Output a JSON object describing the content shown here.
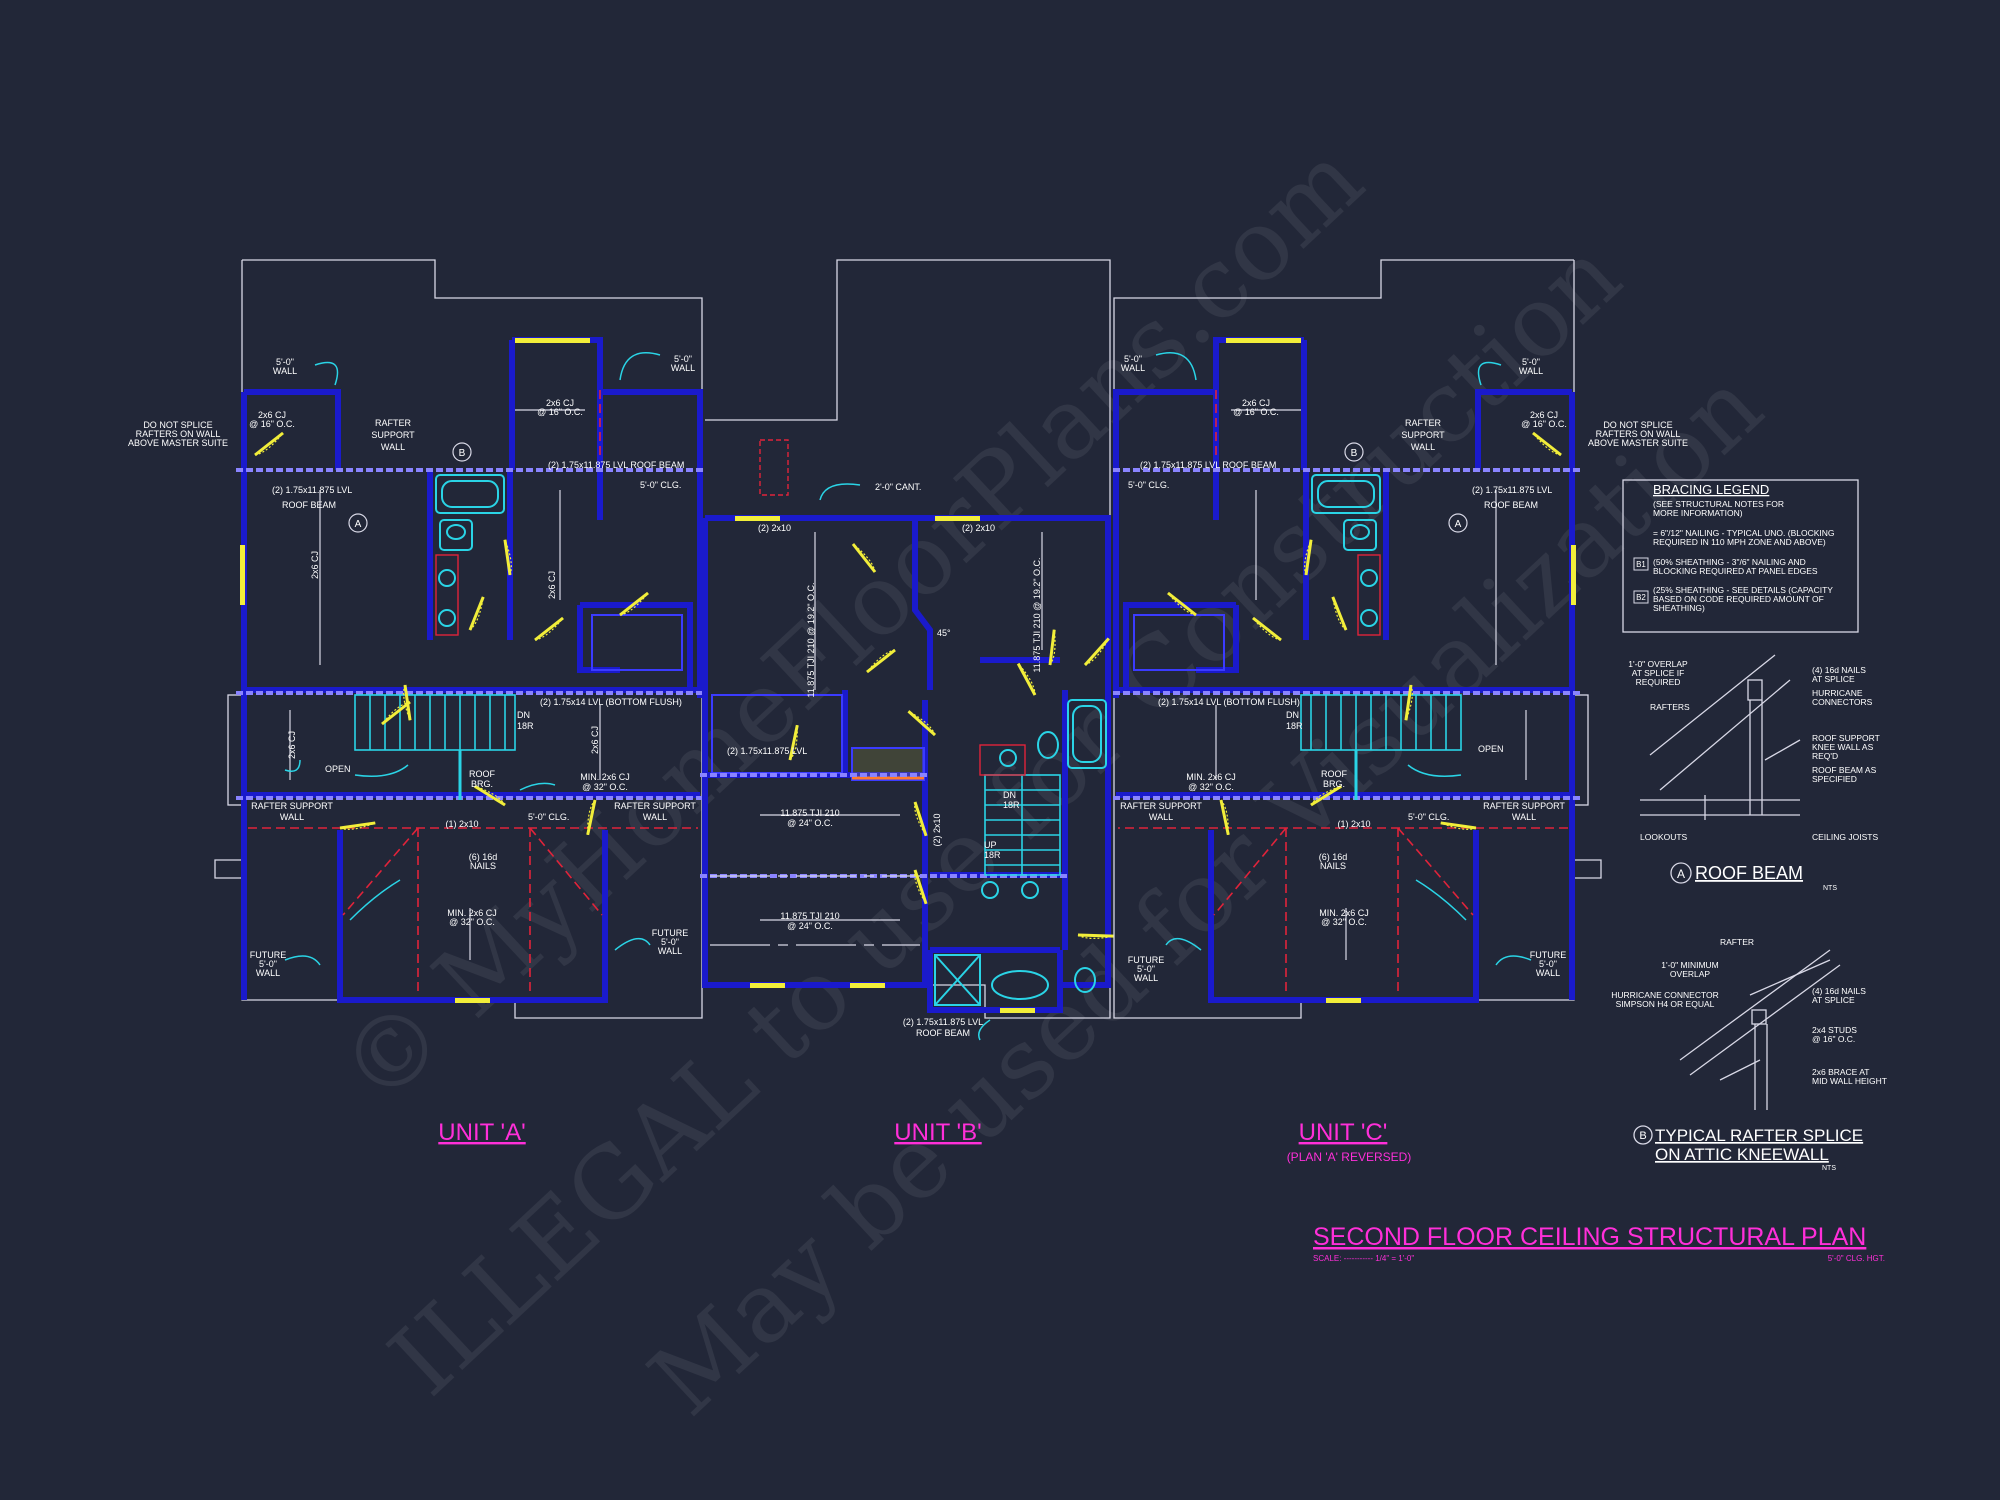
{
  "watermark": {
    "line1": "© MyHomeFloorPlans.com",
    "line2": "ILLEGAL to use for Construction",
    "line3": "May be used for Visualization"
  },
  "units": {
    "a": {
      "label": "UNIT 'A'"
    },
    "b": {
      "label": "UNIT 'B'"
    },
    "c": {
      "label": "UNIT 'C'",
      "sub": "(PLAN 'A' REVERSED)"
    }
  },
  "title": {
    "main": "SECOND FLOOR CEILING STRUCTURAL PLAN",
    "scale": "SCALE: ----------- 1/4\" = 1'-0\"",
    "height": "5'-0\" CLG. HGT."
  },
  "bracing_legend": {
    "title": "BRACING LEGEND",
    "sub1": "(SEE STRUCTURAL NOTES FOR",
    "sub2": "MORE INFORMATION)",
    "n1a": "= 6\"/12\" NAILING - TYPICAL UNO. (BLOCKING",
    "n1b": "REQUIRED IN 110 MPH ZONE AND ABOVE)",
    "b1_tag": "B1",
    "n2a": "(50% SHEATHING - 3\"/6\" NAILING AND",
    "n2b": "BLOCKING REQUIRED AT PANEL EDGES",
    "b2_tag": "B2",
    "n3a": "(25% SHEATHING - SEE DETAILS (CAPACITY",
    "n3b": "BASED ON CODE REQUIRED AMOUNT OF",
    "n3c": "SHEATHING)"
  },
  "detail_a": {
    "tag": "A",
    "title": "ROOF BEAM",
    "nts": "NTS",
    "overlap1": "1'-0\" OVERLAP",
    "overlap2": "AT SPLICE IF",
    "overlap3": "REQUIRED",
    "rafters": "RAFTERS",
    "nails1": "(4) 16d NAILS",
    "nails2": "AT SPLICE",
    "hurr1": "HURRICANE",
    "hurr2": "CONNECTORS",
    "knee1": "ROOF SUPPORT",
    "knee2": "KNEE WALL AS",
    "knee3": "REQ'D",
    "beam1": "ROOF BEAM AS",
    "beam2": "SPECIFIED",
    "lookouts": "LOOKOUTS",
    "joists": "CEILING JOISTS"
  },
  "detail_b": {
    "tag": "B",
    "title1": "TYPICAL RAFTER SPLICE",
    "title2": "ON ATTIC KNEEWALL",
    "nts": "NTS",
    "rafter": "RAFTER",
    "min1": "1'-0\" MINIMUM",
    "min2": "OVERLAP",
    "hc1": "HURRICANE CONNECTOR",
    "hc2": "SIMPSON H4 OR EQUAL",
    "nails1": "(4) 16d NAILS",
    "nails2": "AT SPLICE",
    "studs1": "2x4 STUDS",
    "studs2": "@ 16\" O.C.",
    "brace1": "2x6 BRACE AT",
    "brace2": "MID WALL HEIGHT"
  },
  "notes_a": {
    "wall5_1": "5'-0\"",
    "wall5_2": "WALL",
    "cj_1": "2x6 CJ",
    "cj_2": "@ 16\" O.C.",
    "splice1": "DO NOT SPLICE",
    "splice2": "RAFTERS ON WALL",
    "splice3": "ABOVE MASTER SUITE",
    "rsw1": "RAFTER",
    "rsw2": "SUPPORT",
    "rsw3": "WALL",
    "lvl_roof": "(2) 1.75x11.875 LVL ROOF BEAM",
    "lvl_left": "(2) 1.75x11.875 LVL",
    "roof_beam": "ROOF BEAM",
    "clg": "5'-0\" CLG.",
    "lvl_bottom": "(2) 1.75x14 LVL (BOTTOM FLUSH)",
    "dn": "DN",
    "dn_n": "18R",
    "open": "OPEN",
    "roof_brg1": "ROOF",
    "roof_brg2": "BRG.",
    "min_cj1": "MIN. 2x6 CJ",
    "min_cj2": "@ 32\" O.C.",
    "rsw_left1": "RAFTER SUPPORT",
    "rsw_left2": "WALL",
    "rsw_right1": "RAFTER SUPPORT",
    "rsw_right2": "WALL",
    "nails_top": "(1) 2x10",
    "nails1": "(6) 16d",
    "nails2": "NAILS",
    "future1": "FUTURE",
    "future2": "5'-0\"",
    "future3": "WALL"
  },
  "notes_b": {
    "cant": "2'-0\" CANT.",
    "two_2x10": "(2) 2x10",
    "tji_v": "11.875 TJI 210 @ 19.2\" O.C.",
    "lvl_stair": "(2) 1.75x11.875 LVL",
    "tji1": "11.875 TJI 210",
    "tji1b": "@ 24\" O.C.",
    "tji2": "11.875 TJI 210",
    "tji2b": "@ 24\" O.C.",
    "dn": "DN",
    "dn_n": "18R",
    "up": "UP",
    "up_n": "18R",
    "deg": "45°",
    "lvl_bot1": "(2) 1.75x11.875 LVL",
    "lvl_bot2": "ROOF BEAM"
  },
  "colors": {
    "background": "#222738",
    "wall": "#1a1acc",
    "outline": "#d8d8e6",
    "door": "#f2ee3a",
    "fixture": "#2ad4e6",
    "red": "#e0233a",
    "magenta": "#ff2fd9",
    "purple": "#8a84ff"
  }
}
